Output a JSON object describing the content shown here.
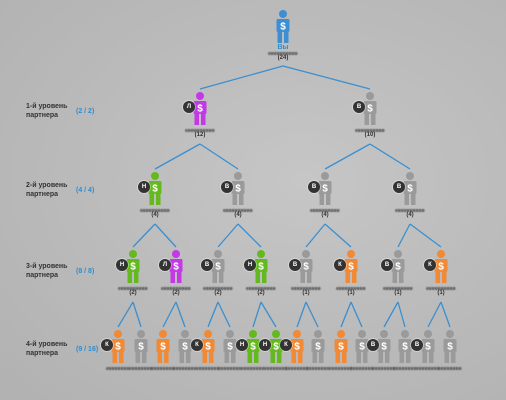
{
  "colors": {
    "blue": "#3d8fd4",
    "purple": "#c339e6",
    "green": "#64b91e",
    "orange": "#f08a36",
    "gray": "#9a9a9a",
    "line": "#3a8fcf"
  },
  "root": {
    "name": "Вы",
    "count": "(24)",
    "color": "blue"
  },
  "levels": [
    {
      "label": "1-й уровень партнера",
      "count": "(2 / 2)",
      "nodes": [
        {
          "badge": "Л",
          "color": "purple",
          "count": "(12)"
        },
        {
          "badge": "В",
          "color": "gray",
          "count": "(10)"
        }
      ]
    },
    {
      "label": "2-й уровень партнера",
      "count": "(4 / 4)",
      "nodes": [
        {
          "badge": "Н",
          "color": "green",
          "count": "(4)"
        },
        {
          "badge": "В",
          "color": "gray",
          "count": "(4)"
        },
        {
          "badge": "В",
          "color": "gray",
          "count": "(4)"
        },
        {
          "badge": "В",
          "color": "gray",
          "count": "(4)"
        }
      ]
    },
    {
      "label": "3-й уровень партнера",
      "count": "(8 / 8)",
      "nodes": [
        {
          "badge": "Н",
          "color": "green",
          "count": "(2)"
        },
        {
          "badge": "Л",
          "color": "purple",
          "count": "(2)"
        },
        {
          "badge": "В",
          "color": "gray",
          "count": "(2)"
        },
        {
          "badge": "Н",
          "color": "green",
          "count": "(2)"
        },
        {
          "badge": "В",
          "color": "gray",
          "count": "(1)"
        },
        {
          "badge": "К",
          "color": "orange",
          "count": "(1)"
        },
        {
          "badge": "В",
          "color": "gray",
          "count": "(1)"
        },
        {
          "badge": "К",
          "color": "orange",
          "count": "(1)"
        }
      ]
    },
    {
      "label": "4-й уровень партнера",
      "count": "(9 / 16)",
      "nodes": [
        {
          "badge": "К",
          "color": "orange"
        },
        {
          "badge": "",
          "color": "gray"
        },
        {
          "badge": "",
          "color": "orange"
        },
        {
          "badge": "",
          "color": "gray"
        },
        {
          "badge": "К",
          "color": "orange"
        },
        {
          "badge": "",
          "color": "gray"
        },
        {
          "badge": "Н",
          "color": "green"
        },
        {
          "badge": "Н",
          "color": "green"
        },
        {
          "badge": "К",
          "color": "orange"
        },
        {
          "badge": "",
          "color": "gray"
        },
        {
          "badge": "",
          "color": "orange"
        },
        {
          "badge": "",
          "color": "gray"
        },
        {
          "badge": "В",
          "color": "gray"
        },
        {
          "badge": "",
          "color": "gray"
        },
        {
          "badge": "В",
          "color": "gray"
        },
        {
          "badge": "",
          "color": "gray"
        }
      ]
    }
  ]
}
